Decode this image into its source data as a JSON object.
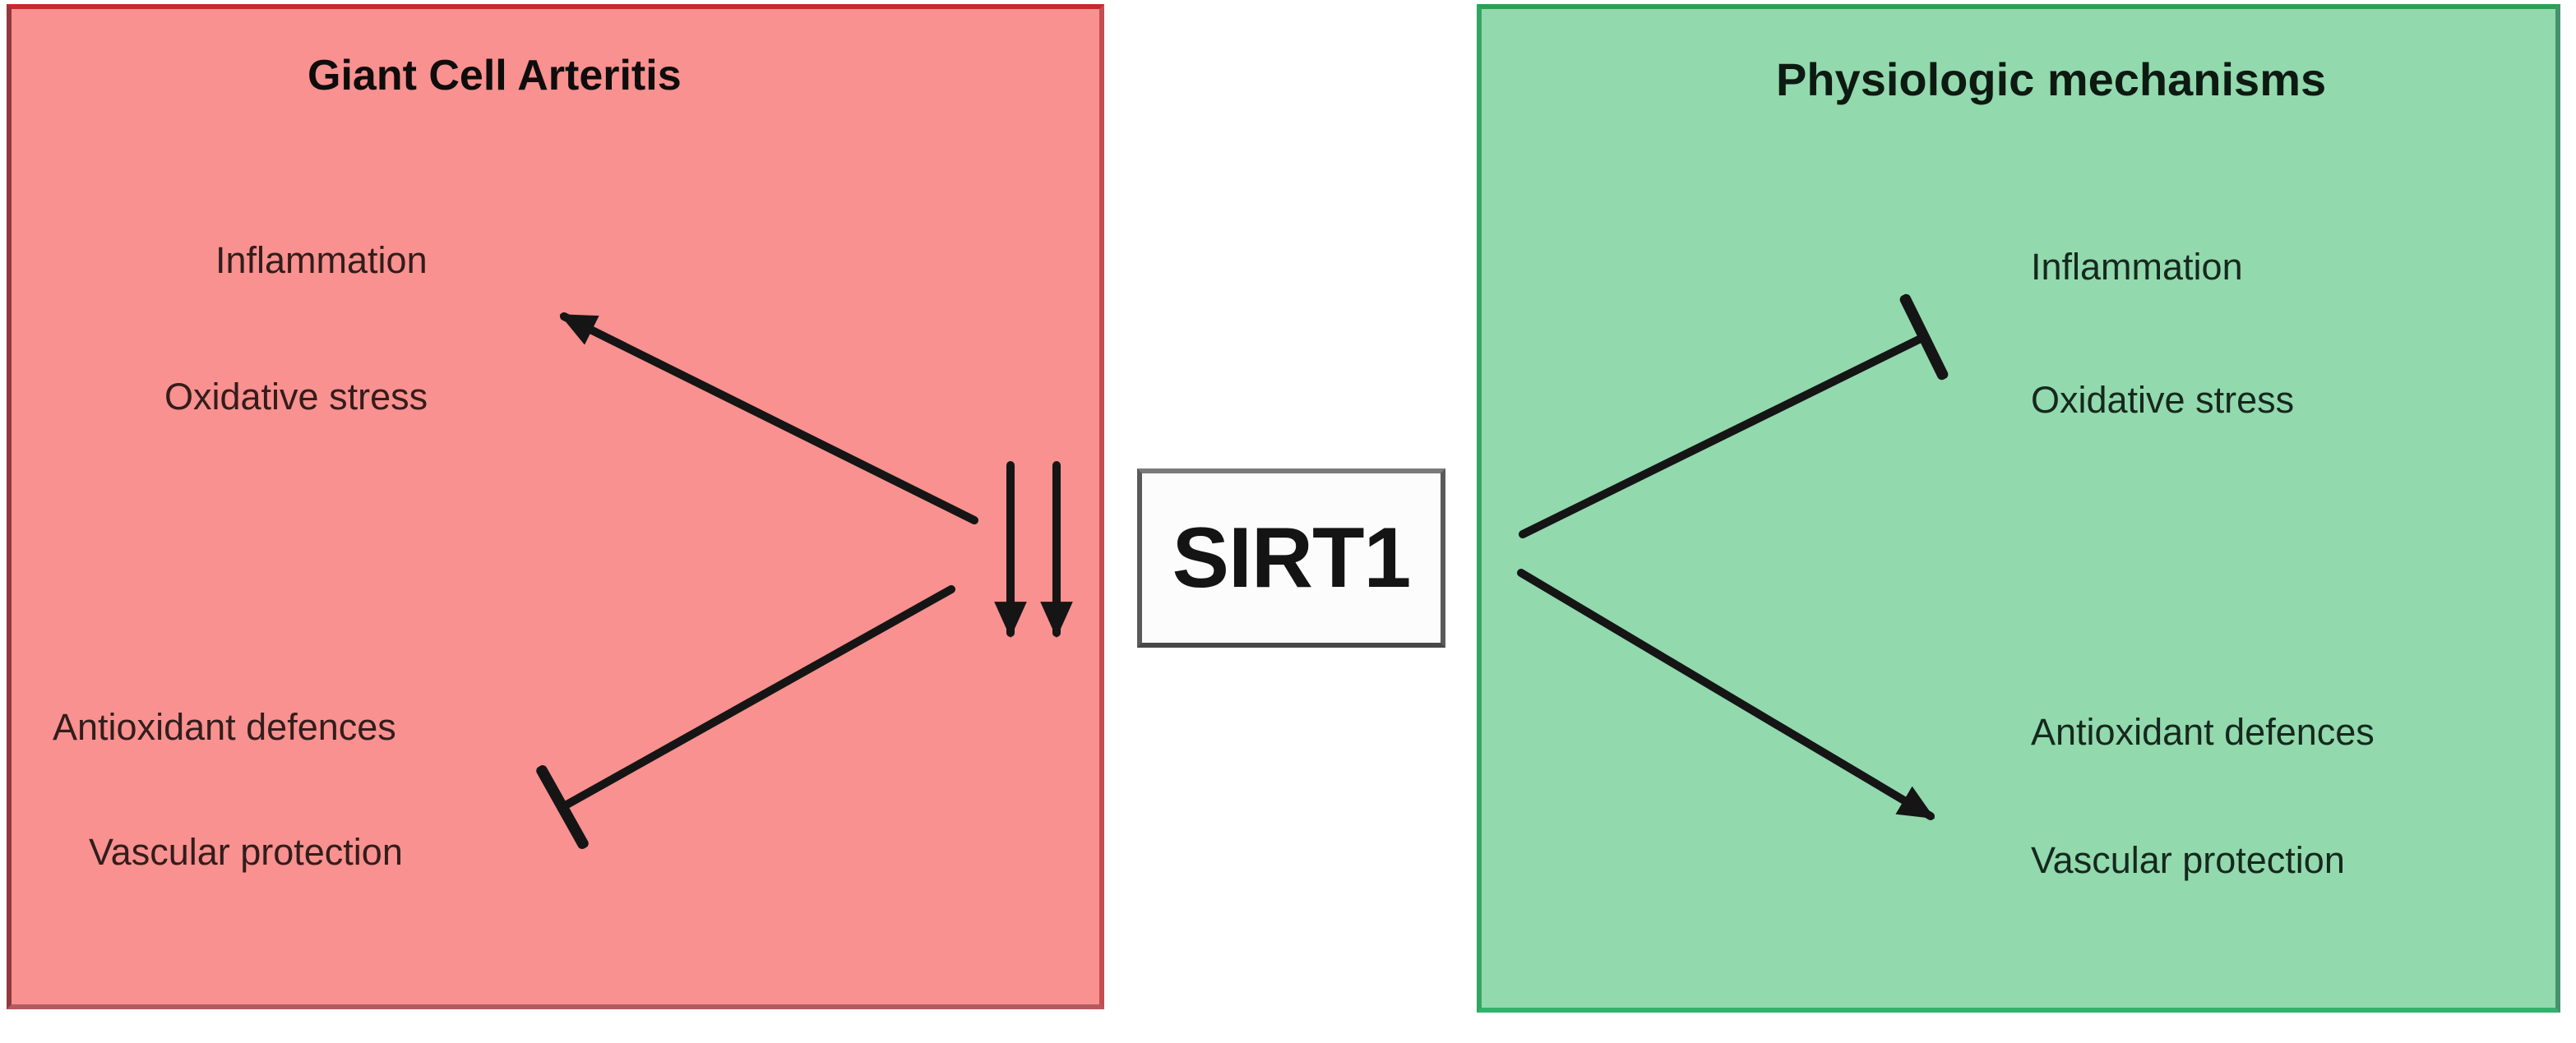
{
  "figure": {
    "background": "#ffffff",
    "arrow_color": "#151515"
  },
  "left_panel": {
    "title": "Giant Cell Arteritis",
    "fill": "#f8918f",
    "border": "#c9282d",
    "labels": {
      "inflammation": "Inflammation",
      "oxidative_stress": "Oxidative stress",
      "antioxidant_defences": "Antioxidant defences",
      "vascular_protection": "Vascular protection"
    }
  },
  "center": {
    "gene": "SIRT1",
    "box_fill": "#fcfcfc",
    "box_border": "#5a5a5a"
  },
  "right_panel": {
    "title": "Physiologic mechanisms",
    "fill": "#92d9ae",
    "border": "#2ba053",
    "labels": {
      "inflammation": "Inflammation",
      "oxidative_stress": "Oxidative stress",
      "antioxidant_defences": "Antioxidant defences",
      "vascular_protection": "Vascular protection"
    }
  }
}
